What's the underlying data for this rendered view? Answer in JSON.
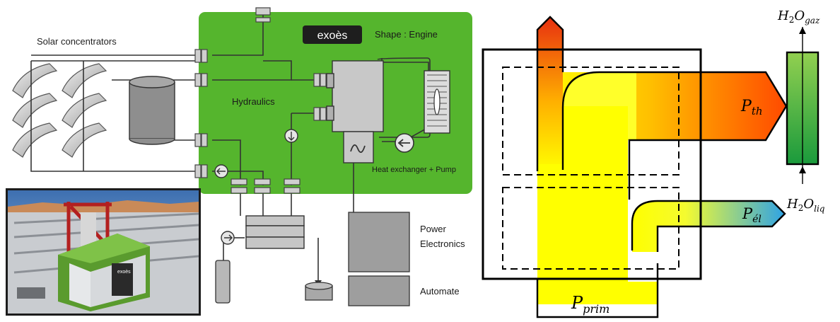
{
  "left_diagram": {
    "solar_label": "Solar concentrators",
    "logo_text": "exoès",
    "engine_label": "Shape : Engine",
    "hydraulics_label": "Hydraulics",
    "heat_exchanger_label": "Heat exchanger + Pump",
    "power_electronics_line1": "Power",
    "power_electronics_line2": "Electronics",
    "automate_label": "Automate",
    "photo_logo_text": "exoès"
  },
  "energy_flow": {
    "p_th_base": "P",
    "p_th_sub": "th",
    "p_el_base": "P",
    "p_el_sub": "él",
    "p_prim_base": "P",
    "p_prim_sub": "prim",
    "h2o_gaz_h": "H",
    "h2o_gaz_2": "2",
    "h2o_gaz_o": "O",
    "h2o_gaz_sub": "gaz",
    "h2o_liq_h": "H",
    "h2o_liq_2": "2",
    "h2o_liq_o": "O",
    "h2o_liq_sub": "liq"
  },
  "colors": {
    "green_panel": "#55b52d",
    "yellow": "#ffff00",
    "orange": "#ff7a00",
    "red": "#e02010",
    "blue": "#3aa8e0",
    "column_top": "#8ccc52",
    "column_bottom": "#1f9d3e"
  }
}
